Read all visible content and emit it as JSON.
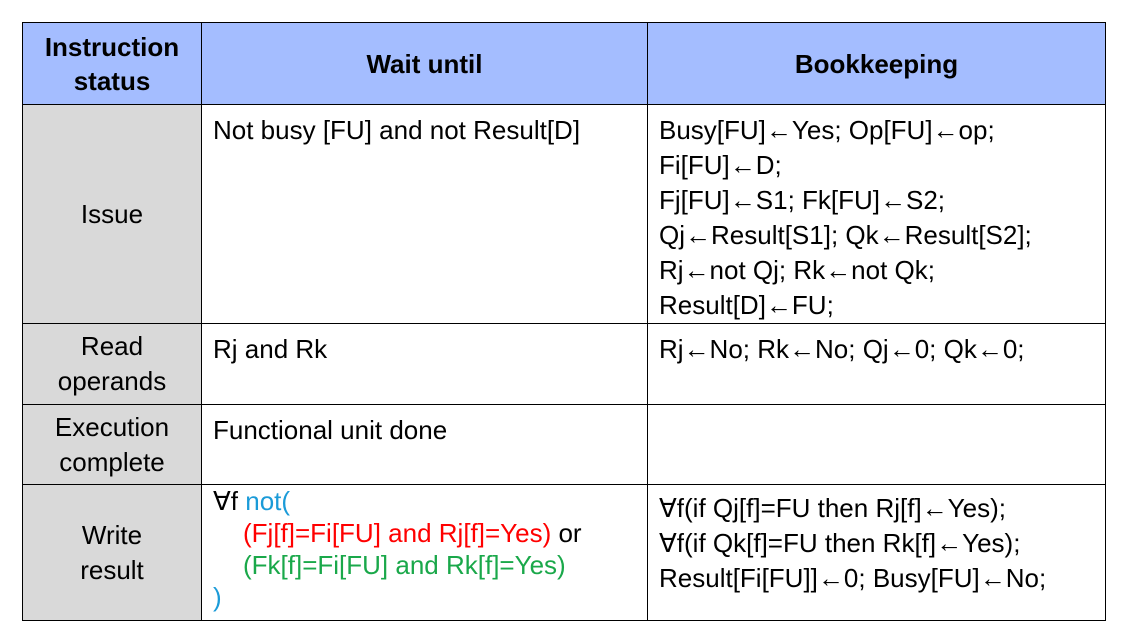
{
  "headers": {
    "instruction_status": [
      "Instruction",
      "status"
    ],
    "wait_until": "Wait until",
    "bookkeeping": "Bookkeeping"
  },
  "rows": {
    "issue": {
      "stage": "Issue",
      "wait": "Not busy [FU] and not Result[D]",
      "book": [
        "Busy[FU]←Yes; Op[FU]←op;",
        "Fi[FU]←D;",
        "Fj[FU]←S1; Fk[FU]←S2;",
        "Qj←Result[S1]; Qk←Result[S2];",
        "Rj←not Qj; Rk←not Qk;",
        "Result[D]←FU;"
      ]
    },
    "read": {
      "stage": [
        "Read",
        "operands"
      ],
      "wait": "Rj and Rk",
      "book": "Rj←No; Rk←No; Qj←0; Qk←0;"
    },
    "exec": {
      "stage": [
        "Execution",
        "complete"
      ],
      "wait": "Functional unit done",
      "book": ""
    },
    "write": {
      "stage": [
        "Write",
        "result"
      ],
      "wait": {
        "forall": "∀f ",
        "not_open": "not(",
        "cond1": "(Fj[f]=Fi[FU] and Rj[f]=Yes)",
        "or": " or",
        "cond2": "(Fk[f]=Fi[FU] and Rk[f]=Yes)",
        "close": ")"
      },
      "book": [
        "∀f(if Qj[f]=FU then Rj[f]←Yes);",
        "∀f(if Qk[f]=FU then Rk[f]←Yes);",
        "Result[Fi[FU]]←0; Busy[FU]←No;"
      ]
    }
  },
  "colors": {
    "header_bg": "#a4bdff",
    "stage_bg": "#d9d9d9",
    "not_blue": "#1b9bd8",
    "cond1_red": "#ff0000",
    "cond2_green": "#1aa84a"
  }
}
